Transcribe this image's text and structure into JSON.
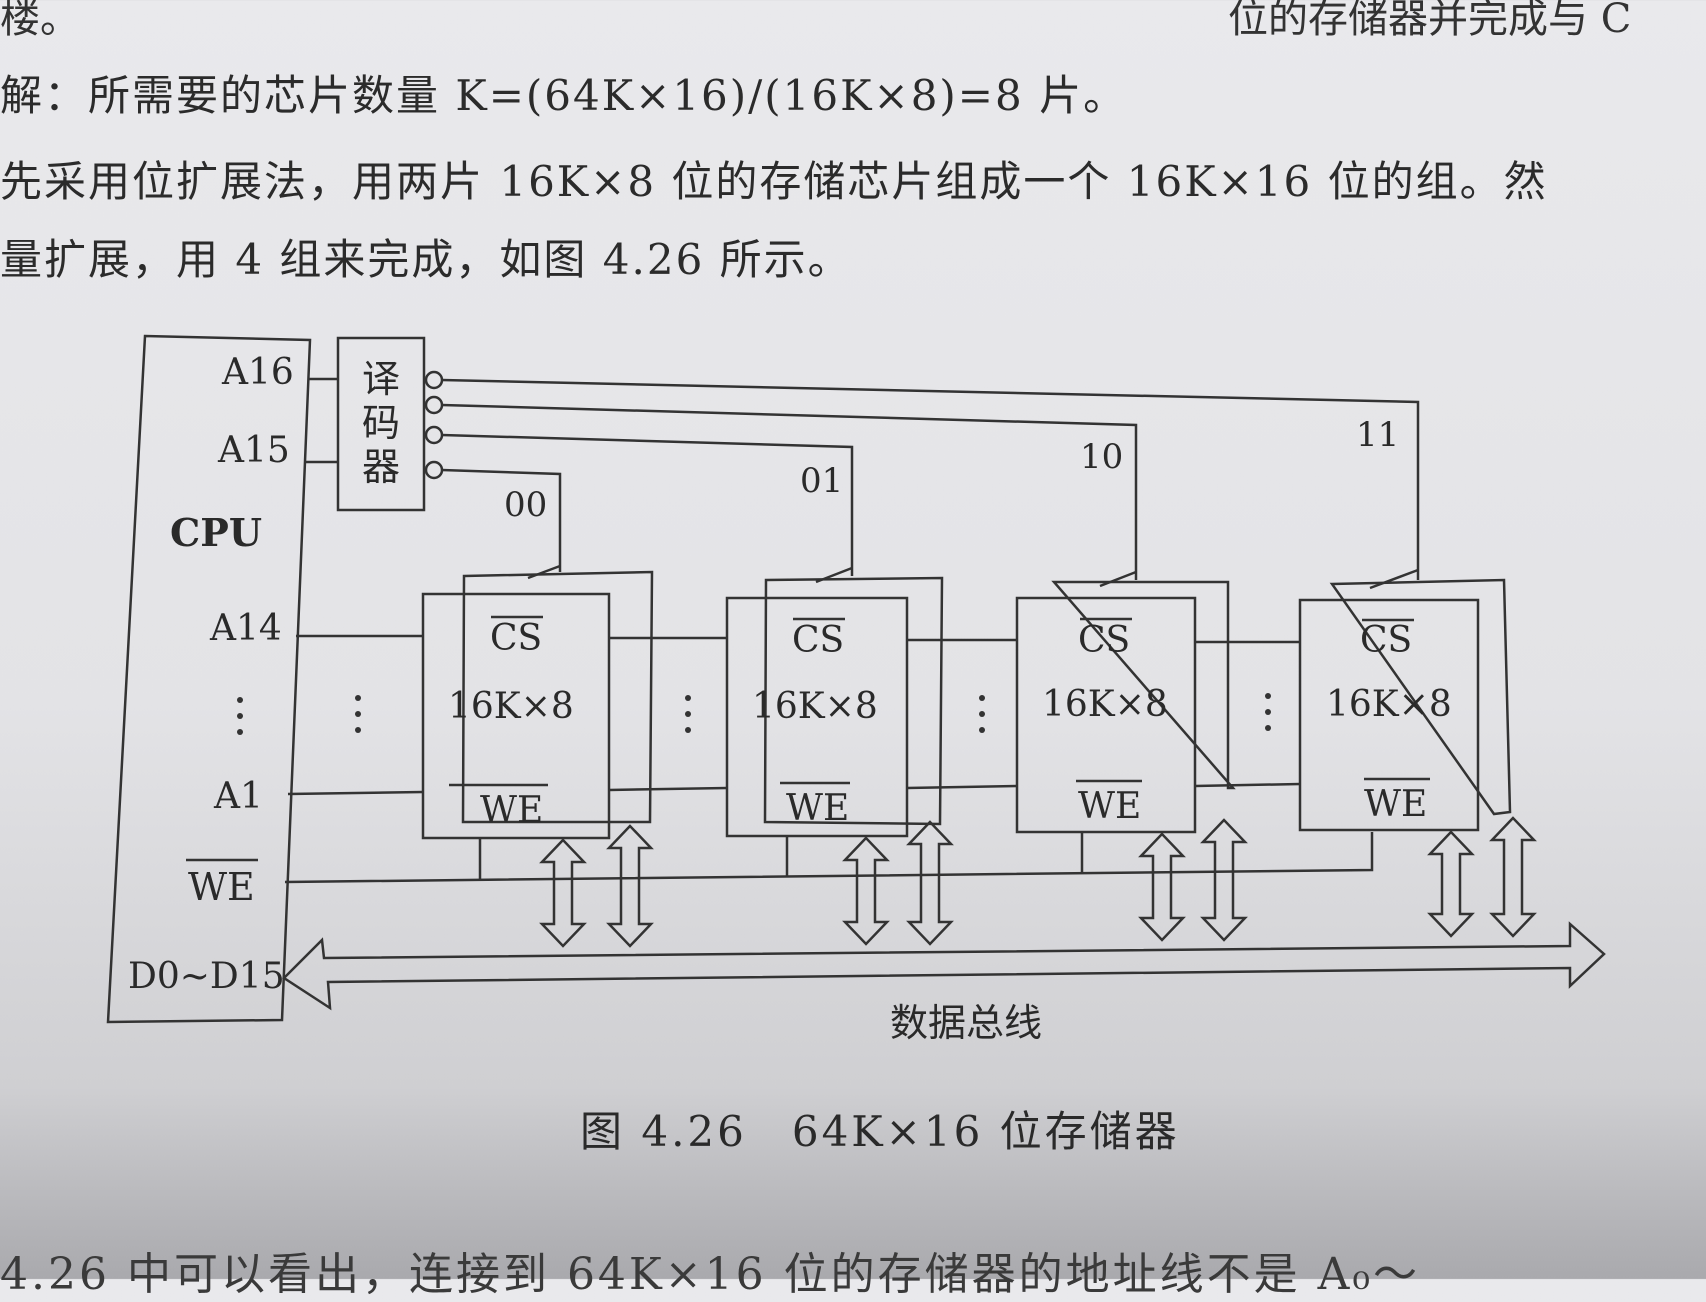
{
  "text": {
    "top_left_fragment": "楼。",
    "top_right_fragment": "位的存储器并完成与 C",
    "line1": "解：所需要的芯片数量 K=(64K×16)/(16K×8)=8 片。",
    "line2": "先采用位扩展法，用两片 16K×8 位的存储芯片组成一个 16K×16 位的组。然",
    "line3": "量扩展，用 4 组来完成，如图 4.26 所示。",
    "bottom_fragment": "4.26 中可以看出，连接到 64K×16 位的存储器的地址线不是 A₀～"
  },
  "figure": {
    "caption": "图 4.26　64K×16 位存储器",
    "cpu_label": "CPU",
    "decoder_label": [
      "译",
      "码",
      "器"
    ],
    "pins": {
      "a16": "A16",
      "a15": "A15",
      "a14": "A14",
      "a1": "A1",
      "we": "WE",
      "data": "D0~D15"
    },
    "decoder_outputs": [
      "00",
      "01",
      "10",
      "11"
    ],
    "chip_cs": "CS",
    "chip_size": "16K×8",
    "chip_we": "WE",
    "bus_label": "数据总线"
  }
}
